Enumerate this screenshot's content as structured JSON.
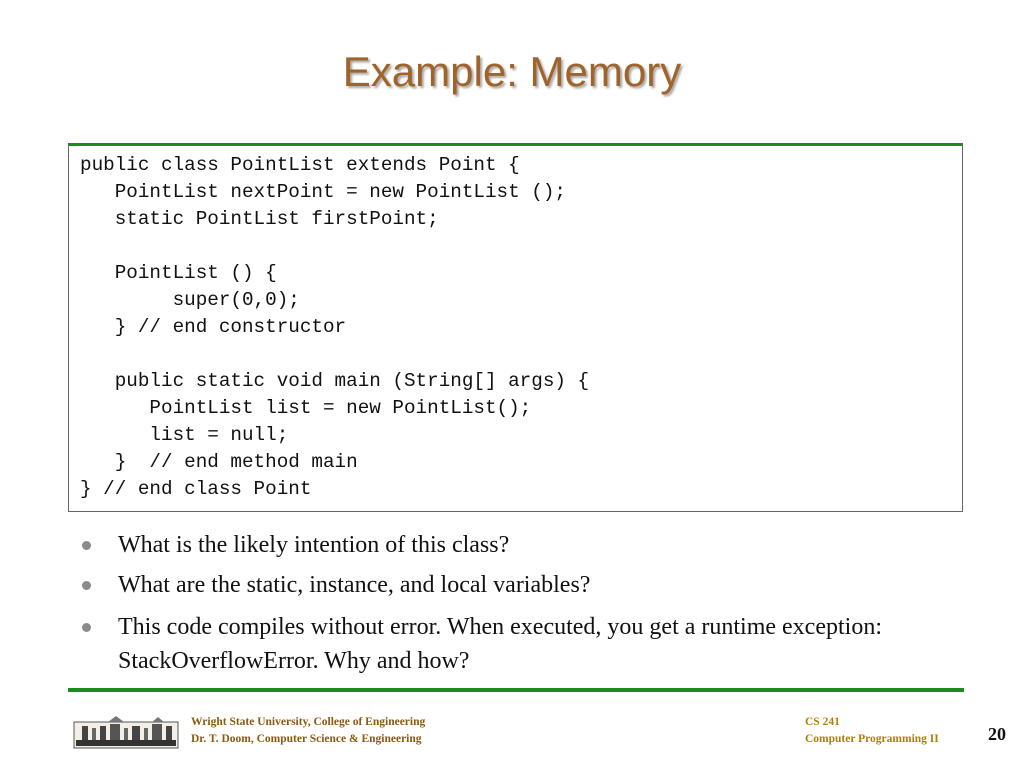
{
  "slide": {
    "title": "Example: Memory",
    "code_lines": [
      "public class PointList extends Point {",
      "   PointList nextPoint = new PointList ();",
      "   static PointList firstPoint;",
      "",
      "   PointList () {",
      "        super(0,0);",
      "   } // end constructor",
      "",
      "   public static void main (String[] args) {",
      "      PointList list = new PointList();",
      "      list = null;",
      "   }  // end method main",
      "} // end class Point"
    ],
    "bullets": [
      "What is the likely intention of this class?",
      "What are the static, instance, and local variables?",
      "This code compiles without error.  When executed, you get a runtime exception: StackOverflowError.  Why and how?"
    ]
  },
  "footer": {
    "university": "Wright State University, College of Engineering",
    "department": "Dr. T. Doom, Computer Science & Engineering",
    "course_code": "CS 241",
    "course_name": "Computer Programming II",
    "page_number": "20"
  },
  "colors": {
    "title": "#a0632a",
    "accent_rule": "#1c8a1c",
    "footer_left": "#8a5a10",
    "footer_right": "#b08000"
  },
  "icons": {
    "logo": "university-building-logo"
  }
}
